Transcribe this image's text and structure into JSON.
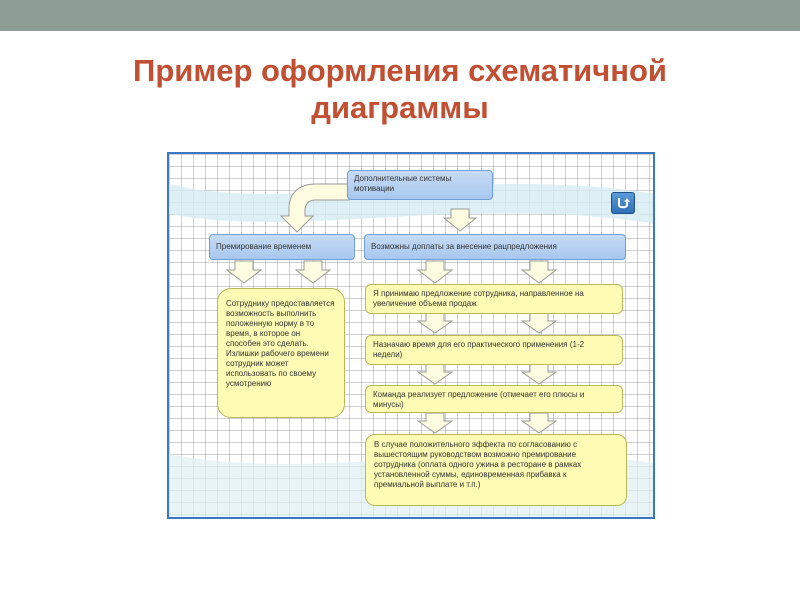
{
  "slide": {
    "title_line1": "Пример оформления схематичной",
    "title_line2": "диаграммы"
  },
  "diagram": {
    "top_node": "Дополнительные  системы мотивации",
    "left_header": "Премирование  временем",
    "right_header": "Возможны  доплаты за внесение  рацпредложения",
    "left_detail": "Сотруднику предоставляется возможность  выполнить положенную  норму в то время,  в которое он способен это сделать. Излишки рабочего времени сотрудник может использовать по своему усмотрению",
    "steps": [
      "Я принимаю предложение  сотрудника,  направленное на увеличение  объема  продаж",
      "Назначаю время для его практического применения (1-2 недели)",
      "Команда  реализует  предложение (отмечает  его плюсы и минусы)",
      "В случае положительного эффекта по согласованию с вышестоящим руководством возможно премирование сотрудника (оплата одного ужина в ресторане в рамках установленной суммы, единовременная прибавка к премиальной выплате и т.п.)"
    ]
  },
  "colors": {
    "title": "#c24f32",
    "top_bar": "#8f9e94",
    "frame_border": "#3a78c4",
    "blue_box": "#b5d0f1",
    "yellow_box": "#fdfbb4",
    "arrow_fill": "#fdfbe0",
    "arrow_stroke": "#9a9a9a"
  },
  "icons": {
    "back_button": "u-turn-arrow-icon"
  }
}
